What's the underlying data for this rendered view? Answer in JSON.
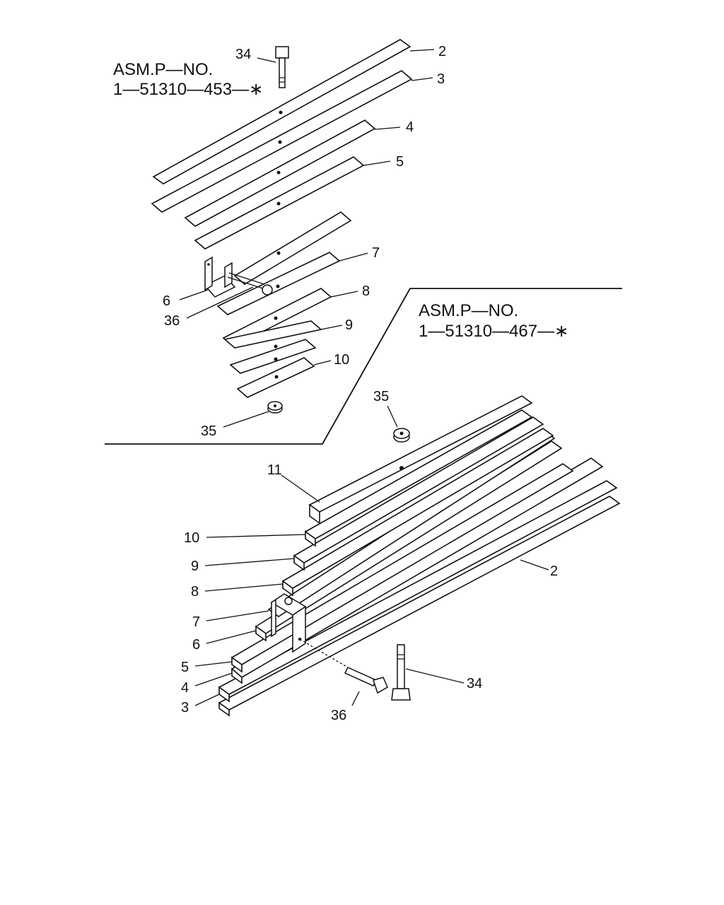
{
  "assemblies": [
    {
      "title": "ASM.P—NO.",
      "part_no": "1—51310—453—∗"
    },
    {
      "title": "ASM.P—NO.",
      "part_no": "1—51310—467—∗"
    }
  ],
  "top_callouts": {
    "p34": "34",
    "p2": "2",
    "p3": "3",
    "p4": "4",
    "p5": "5",
    "p7": "7",
    "p8": "8",
    "p9": "9",
    "p10": "10",
    "p6": "6",
    "p36": "36",
    "p35": "35"
  },
  "bottom_callouts": {
    "p35": "35",
    "p11": "11",
    "p10": "10",
    "p9": "9",
    "p8": "8",
    "p7": "7",
    "p6": "6",
    "p5": "5",
    "p4": "4",
    "p3": "3",
    "p2": "2",
    "p36": "36",
    "p34": "34"
  }
}
